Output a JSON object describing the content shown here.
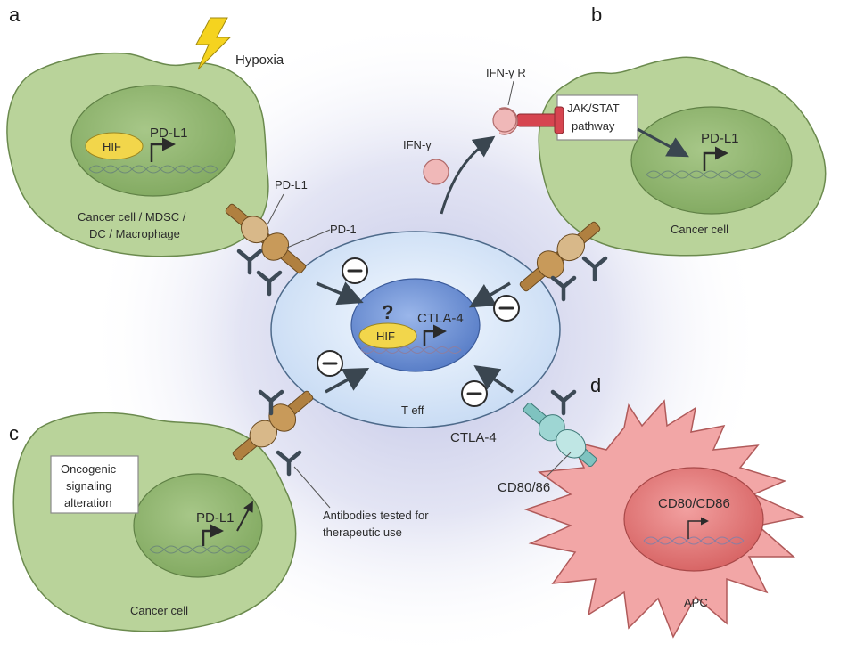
{
  "panels": {
    "a": "a",
    "b": "b",
    "c": "c",
    "d": "d"
  },
  "texts": {
    "hypoxia": "Hypoxia",
    "hif": "HIF",
    "pdl1": "PD-L1",
    "pdl1_top": "PD-L1",
    "pd1": "PD-1",
    "cell_a": "Cancer cell /  MDSC /",
    "cell_a2": "DC / Macrophage",
    "ifng_r": "IFN-γ R",
    "ifng": "IFN-γ",
    "jak1": "JAK/STAT",
    "jak2": "pathway",
    "cancer_b": "Cancer cell",
    "question": "?",
    "ctla4_inner": "CTLA-4",
    "teff": "T eff",
    "onco1": "Oncogenic",
    "onco2": "signaling",
    "onco3": "alteration",
    "cancer_c": "Cancer cell",
    "antibodies1": "Antibodies tested for",
    "antibodies2": "therapeutic use",
    "ctla4": "CTLA-4",
    "cd8086": "CD80/86",
    "cd80cd86": "CD80/CD86",
    "apc": "APC"
  },
  "colors": {
    "cancer_cell": "#b9d39a",
    "cancer_nucleus": "#8fb56e",
    "teff_cell": "#e6f1fb",
    "teff_nucleus": "#6f93d6",
    "apc_cell": "#f2a6a6",
    "apc_nucleus": "#e07a7a",
    "hif": "#f2d64b",
    "pd1_receptor": "#b08040",
    "ctla4_receptor": "#7fc3c0",
    "ifn": "#f0b8b8",
    "ifn_receptor": "#d64550",
    "lightning": "#f5d31f"
  }
}
